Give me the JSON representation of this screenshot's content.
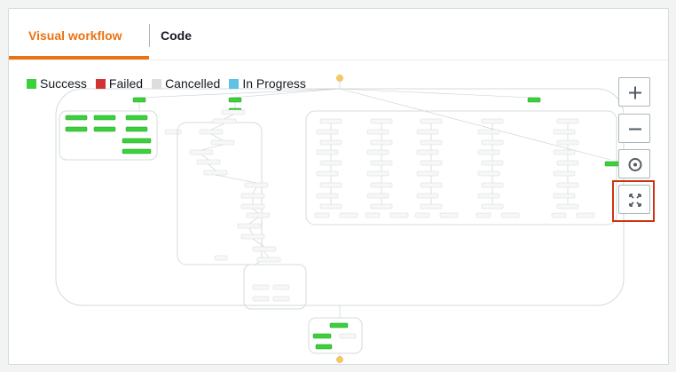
{
  "tabs": [
    {
      "label": "Visual workflow",
      "active": true
    },
    {
      "label": "Code",
      "active": false
    }
  ],
  "legend": [
    {
      "label": "Success",
      "color": "#3bd13b"
    },
    {
      "label": "Failed",
      "color": "#d13232"
    },
    {
      "label": "Cancelled",
      "color": "#dddddd"
    },
    {
      "label": "In Progress",
      "color": "#5ec2e6"
    }
  ],
  "zoom_controls": [
    {
      "name": "zoom-in",
      "icon": "plus-icon"
    },
    {
      "name": "zoom-out",
      "icon": "minus-icon"
    },
    {
      "name": "center",
      "icon": "target-icon"
    },
    {
      "name": "fit",
      "icon": "fit-to-screen-icon"
    }
  ],
  "colors": {
    "accent": "#ec7211",
    "success_node": "#3bd13b",
    "pending_node": "#f7f7f7",
    "start_end_node": "#f8c95b",
    "highlight": "#d13212"
  }
}
